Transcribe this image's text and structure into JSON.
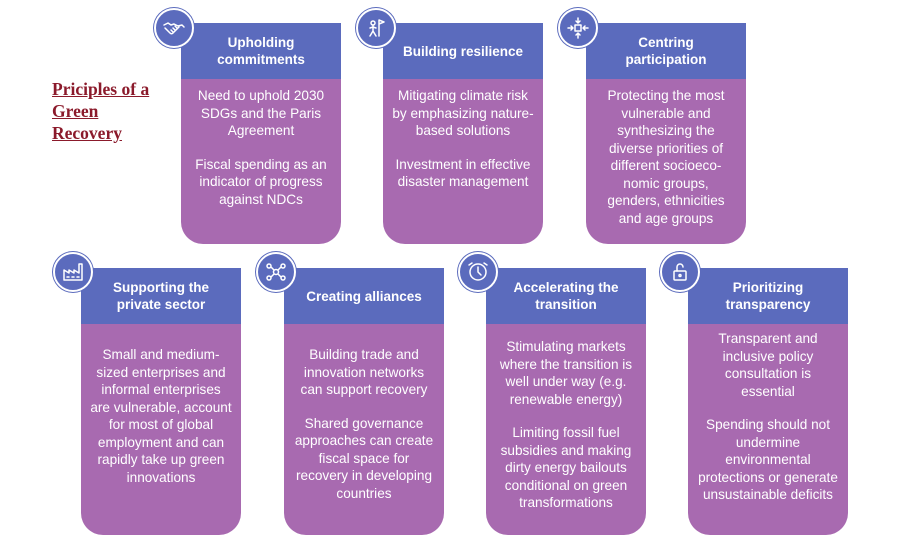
{
  "title_lines": [
    "Priciples of a",
    "Green",
    "Recovery"
  ],
  "colors": {
    "header": "#5b6bbd",
    "body": "#a86ab0",
    "title": "#8b1a2b"
  },
  "cards": [
    {
      "icon": "handshake-icon",
      "title": "Upholding commitments",
      "items": [
        "Need to uphold 2030 SDGs and the Paris Agreement",
        "Fiscal spending as an indicator of progress against NDCs"
      ]
    },
    {
      "icon": "person-flag-icon",
      "title": "Building resilience",
      "items": [
        "Mitigating climate risk by emphasizing nature-based solutions",
        "Investment in effective disaster management"
      ]
    },
    {
      "icon": "arrows-in-icon",
      "title": "Centring participation",
      "items": [
        "Protecting the most vulnerable and synthesizing the diverse priorities of different socioeco-nomic groups, genders, ethnicities and age groups"
      ]
    },
    {
      "icon": "factory-icon",
      "title": "Supporting the private sector",
      "items": [
        "Small and medium-sized enterprises and informal enterprises are vulnerable, account for most of global employment and can rapidly take up green innovations"
      ]
    },
    {
      "icon": "network-icon",
      "title": "Creating alliances",
      "items": [
        "Building trade and innovation networks can support recovery",
        "Shared governance approaches can create fiscal space for recovery in developing countries"
      ]
    },
    {
      "icon": "clock-icon",
      "title": "Accelerating the transition",
      "items": [
        "Stimulating markets where the transition is well under way (e.g. renewable energy)",
        "Limiting fossil fuel subsidies and making dirty energy bailouts conditional on green transformations"
      ]
    },
    {
      "icon": "unlock-icon",
      "title": "Prioritizing transparency",
      "items": [
        "Transparent and inclusive policy consultation is essential",
        "Spending should not undermine environmental protections or generate unsustainable deficits"
      ]
    }
  ]
}
